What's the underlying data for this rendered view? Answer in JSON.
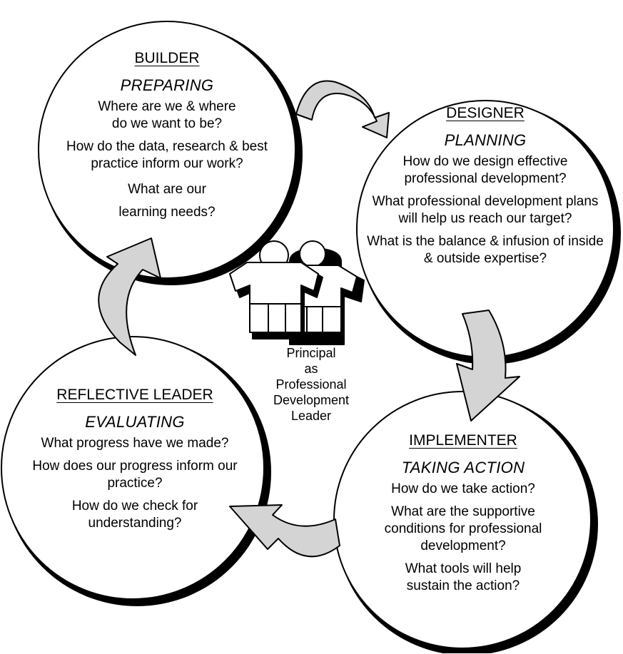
{
  "colors": {
    "stroke": "#000000",
    "arrow_fill": "#d4d4d4",
    "background": "#ffffff"
  },
  "icons": {
    "center": "two-people-icon"
  },
  "builder": {
    "role": "BUILDER",
    "phase": "PREPARING",
    "questions": [
      "Where are we & where do we want to be?",
      "How do the data, research & best practice inform our work?",
      "What are our learning needs?"
    ]
  },
  "designer": {
    "role": "DESIGNER",
    "phase": "PLANNING",
    "questions": [
      "How do we design effective professional development?",
      "What professional development plans will help us reach our target?",
      "What is the balance & infusion of inside & outside expertise?"
    ]
  },
  "implementer": {
    "role": "IMPLEMENTER",
    "phase": "TAKING ACTION",
    "questions": [
      "How do we take action?",
      "What are the supportive conditions for professional development?",
      "What tools will help sustain the action?"
    ]
  },
  "reflective": {
    "role": "REFLECTIVE LEADER",
    "phase": "EVALUATING",
    "questions": [
      "What progress have we made?",
      "How does our progress inform our practice?",
      "How do we check for understanding?"
    ]
  },
  "center": {
    "lines": [
      "Principal",
      "as",
      "Professional",
      "Development",
      "Leader"
    ]
  }
}
